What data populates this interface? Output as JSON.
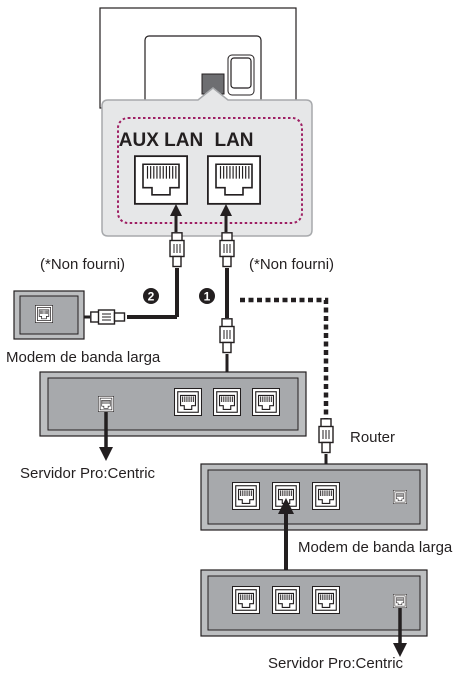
{
  "ports": {
    "aux_lan": "AUX LAN",
    "lan": "LAN"
  },
  "labels": {
    "not_supplied_left": "(*Non fourni)",
    "not_supplied_right": "(*Non fourni)",
    "modem_left": "Modem de banda larga",
    "server_left": "Servidor Pro:Centric",
    "router": "Router",
    "modem_right": "Modem de banda larga",
    "server_right": "Servidor Pro:Centric"
  },
  "badges": {
    "one": "1",
    "two": "2"
  },
  "colors": {
    "device_fill": "#a7a9ac",
    "panel_fill": "#e6e7e8",
    "dashed_outline": "#9e1f63",
    "cable": "#231f20"
  }
}
